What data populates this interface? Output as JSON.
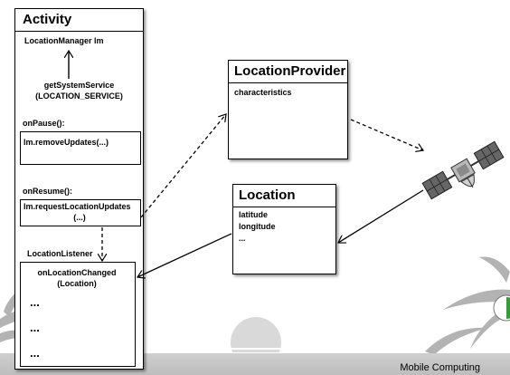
{
  "activity": {
    "title": "Activity",
    "location_manager": "LocationManager lm",
    "get_system_service_line1": "getSystemService",
    "get_system_service_line2": "(LOCATION_SERVICE)",
    "on_pause": "onPause():",
    "remove_updates": "lm.removeUpdates(...)",
    "on_resume": "onResume():",
    "request_updates_line1": "lm.requestLocationUpdates",
    "request_updates_line2": "(...)",
    "location_listener": "LocationListener",
    "on_location_changed_line1": "onLocationChanged",
    "on_location_changed_line2": "(Location)",
    "ellipsis_1": "...",
    "ellipsis_2": "...",
    "ellipsis_3": "..."
  },
  "location_provider": {
    "title": "LocationProvider",
    "field": "characteristics"
  },
  "location": {
    "title": "Location",
    "field_1": "latitude",
    "field_2": "longitude",
    "field_3": "..."
  },
  "footer": {
    "text": "Mobile Computing"
  }
}
